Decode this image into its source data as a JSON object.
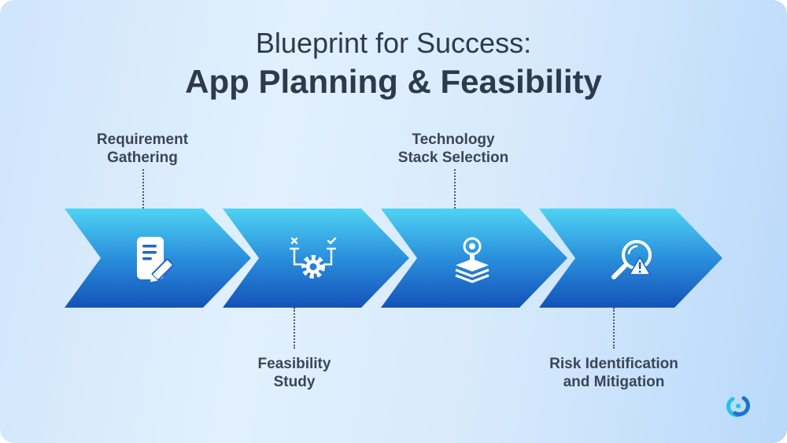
{
  "title": {
    "line1": "Blueprint for Success:",
    "line2": "App Planning & Feasibility"
  },
  "steps": [
    {
      "label_line1": "Requirement",
      "label_line2": "Gathering",
      "icon": "document-edit-icon",
      "label_position": "top"
    },
    {
      "label_line1": "Feasibility",
      "label_line2": "Study",
      "icon": "gear-check-icon",
      "label_position": "bottom"
    },
    {
      "label_line1": "Technology",
      "label_line2": "Stack Selection",
      "icon": "tech-stack-icon",
      "label_position": "top"
    },
    {
      "label_line1": "Risk Identification",
      "label_line2": "and Mitigation",
      "icon": "risk-search-icon",
      "label_position": "bottom"
    }
  ],
  "colors": {
    "chevron_top": "#4fd3f3",
    "chevron_bottom": "#1452b8",
    "text": "#2d3a4c"
  },
  "logo": {
    "icon": "brand-logo-icon"
  }
}
